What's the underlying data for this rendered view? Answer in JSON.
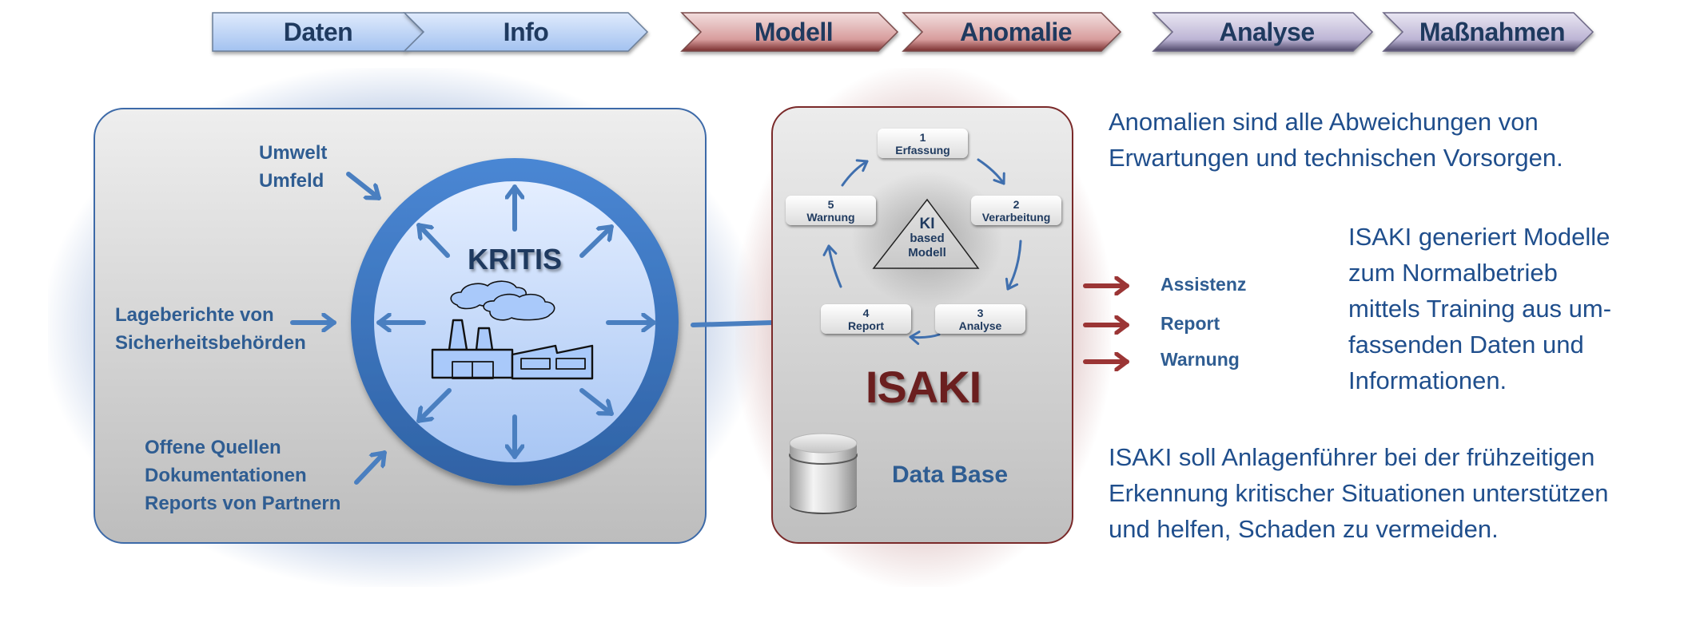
{
  "process_steps": [
    {
      "label": "Daten",
      "group": "data"
    },
    {
      "label": "Info",
      "group": "data"
    },
    {
      "label": "Modell",
      "group": "model"
    },
    {
      "label": "Anomalie",
      "group": "model"
    },
    {
      "label": "Analyse",
      "group": "action"
    },
    {
      "label": "Maßnahmen",
      "group": "action"
    }
  ],
  "colors": {
    "data_group": "#a9c7f0",
    "model_group": "#c9868a",
    "action_group": "#b7b0d0",
    "label_text": "#1f3a5f",
    "source_text": "#2f5d92",
    "isaki_red": "#6b1f1f",
    "arrow_blue": "#4a7fc0",
    "arrow_red": "#9b3535"
  },
  "kritis_panel": {
    "title": "KRITIS",
    "sources": {
      "environment": [
        "Umwelt",
        "Umfeld"
      ],
      "authorities": [
        "Lageberichte von",
        "Sicherheitsbehörden"
      ],
      "open_sources": [
        "Offene Quellen",
        "Dokumentationen",
        "Reports von Partnern"
      ]
    },
    "icon": "factory-icon"
  },
  "isaki_panel": {
    "title": "ISAKI",
    "cycle": [
      {
        "num": "1",
        "label": "Erfassung"
      },
      {
        "num": "2",
        "label": "Verarbeitung"
      },
      {
        "num": "3",
        "label": "Analyse"
      },
      {
        "num": "4",
        "label": "Report"
      },
      {
        "num": "5",
        "label": "Warnung"
      }
    ],
    "core": {
      "line1": "KI",
      "line2": "based",
      "line3": "Modell"
    },
    "database_label": "Data Base"
  },
  "outputs": [
    "Assistenz",
    "Report",
    "Warnung"
  ],
  "descriptions": {
    "anomalies": [
      "Anomalien sind alle Abweichungen von",
      "Erwartungen und technischen Vorsorgen."
    ],
    "models": [
      "ISAKI generiert Modelle",
      "zum Normalbetrieb",
      "mittels Training aus um-",
      "fassenden Daten und",
      "Informationen."
    ],
    "purpose": [
      "ISAKI soll Anlagenführer bei der frühzeitigen",
      "Erkennung kritischer Situationen unterstützen",
      "und helfen, Schaden zu vermeiden."
    ]
  }
}
